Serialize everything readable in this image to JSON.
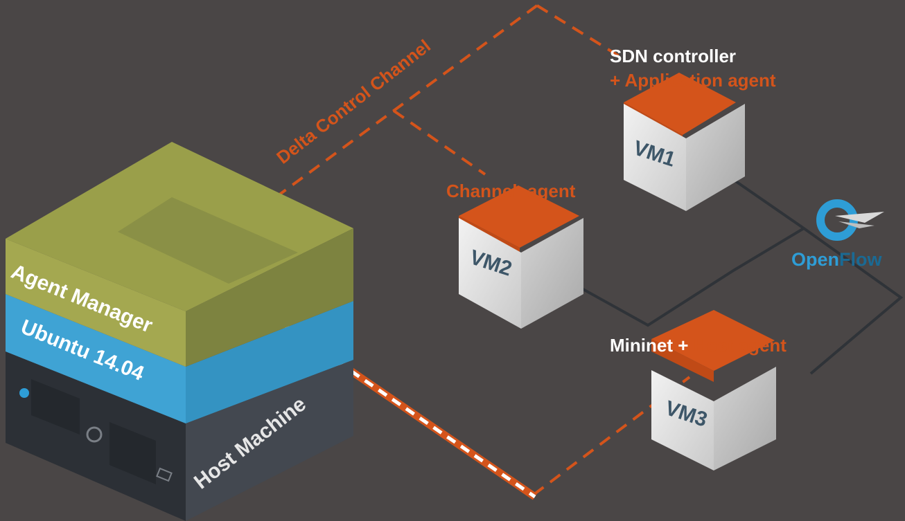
{
  "channel_label": "Delta Control Channel",
  "host_stack": {
    "agent_manager": "Agent Manager",
    "os": "Ubuntu 14.04",
    "host": "Host Machine"
  },
  "vms": {
    "vm1": {
      "name": "VM1",
      "role_line1": "SDN controller",
      "role_line2": "+ Application agent"
    },
    "vm2": {
      "name": "VM2",
      "role": "Channel  agent"
    },
    "vm3": {
      "name": "VM3",
      "role_prefix": "Mininet + ",
      "role_highlight": "Host agent"
    }
  },
  "openflow": {
    "label_part1": "Open",
    "label_part2": "Flow"
  },
  "colors": {
    "background": "#4a4646",
    "accent_orange": "#d4541b",
    "agent_manager": "#8f9444",
    "ubuntu": "#3fa3d4",
    "host": "#3c4148",
    "vm_face_light": "#e6e6e6",
    "vm_face_dark": "#bdbdbd",
    "vm_text": "#3d5668",
    "openflow_blue": "#2e9dd6"
  }
}
